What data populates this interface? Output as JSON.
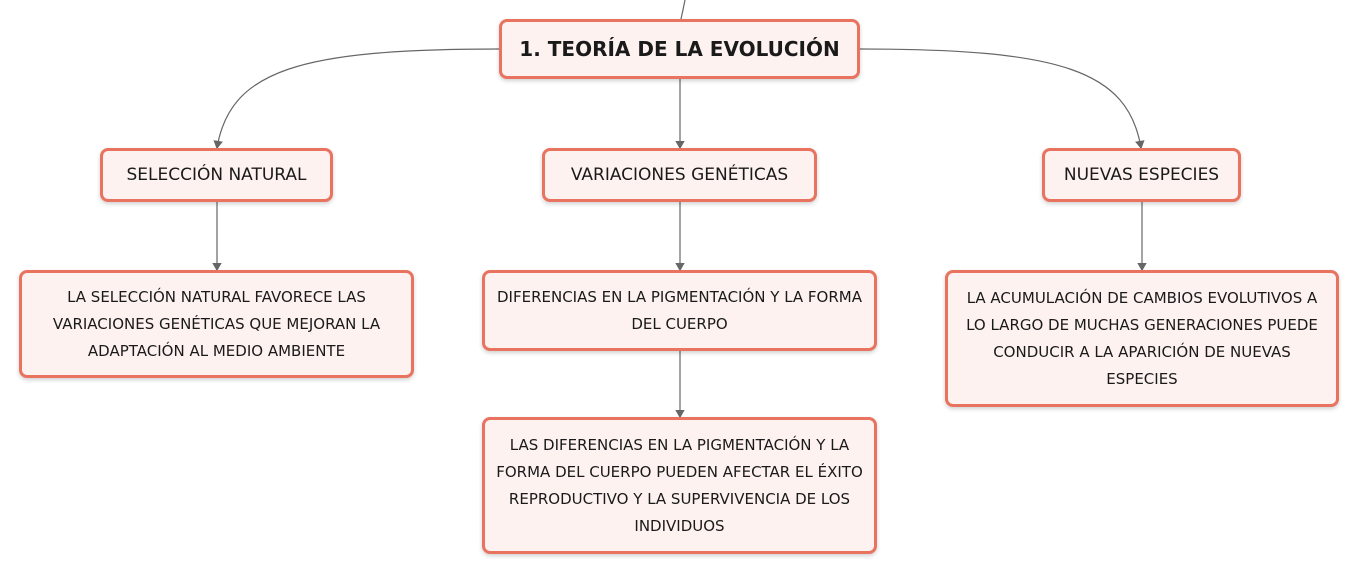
{
  "root": {
    "label": "1. TEORÍA DE LA EVOLUCIÓN"
  },
  "branches": [
    {
      "label": "SELECCIÓN NATURAL",
      "children": [
        "LA SELECCIÓN NATURAL FAVORECE LAS VARIACIONES GENÉTICAS QUE MEJORAN LA ADAPTACIÓN AL MEDIO AMBIENTE"
      ]
    },
    {
      "label": "VARIACIONES GENÉTICAS",
      "children": [
        "DIFERENCIAS EN LA PIGMENTACIÓN Y LA FORMA DEL CUERPO",
        "LAS DIFERENCIAS EN LA PIGMENTACIÓN Y LA FORMA DEL CUERPO PUEDEN AFECTAR EL ÉXITO REPRODUCTIVO Y LA SUPERVIVENCIA DE LOS INDIVIDUOS"
      ]
    },
    {
      "label": "NUEVAS ESPECIES",
      "children": [
        "LA ACUMULACIÓN DE CAMBIOS EVOLUTIVOS A LO LARGO DE MUCHAS GENERACIONES PUEDE CONDUCIR A LA APARICIÓN DE NUEVAS ESPECIES"
      ]
    }
  ],
  "colors": {
    "node_border": "#e8735f",
    "node_fill": "#fdf2ef",
    "connector": "#666666"
  }
}
